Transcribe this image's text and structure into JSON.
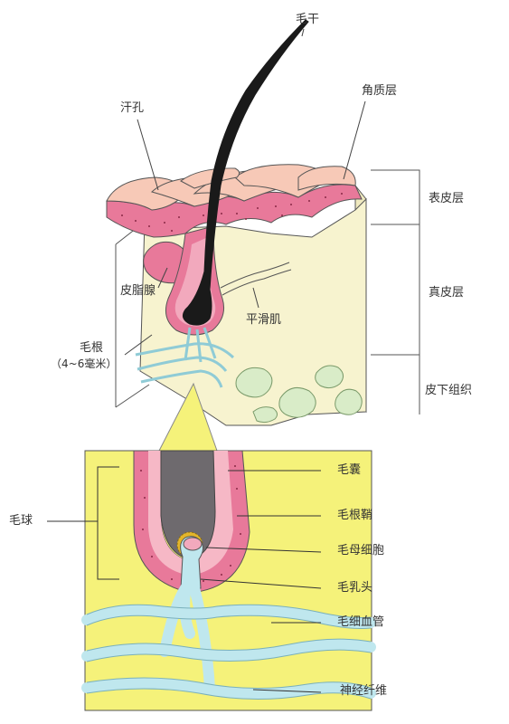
{
  "labels": {
    "hair_shaft": "毛干",
    "sweat_pore": "汗孔",
    "stratum_corneum": "角质层",
    "epidermis": "表皮层",
    "dermis": "真皮层",
    "subcutaneous": "皮下组织",
    "sebaceous_gland": "皮脂腺",
    "smooth_muscle": "平滑肌",
    "hair_root": "毛根",
    "hair_root_length": "（4~6毫米）",
    "hair_bulb": "毛球",
    "hair_follicle": "毛囊",
    "root_sheath": "毛根鞘",
    "matrix_cells": "毛母细胞",
    "dermal_papilla": "毛乳头",
    "capillaries": "毛细血管",
    "nerve_fibers": "神经纤维"
  },
  "colors": {
    "skin_top": "#f7c9b7",
    "epidermis_pink": "#e8799a",
    "dermis": "#f7f3cf",
    "fat": "#d9ecc8",
    "hair": "#1a1a1a",
    "vessel": "#bfe7ee",
    "inset_bg": "#f5f27a",
    "papilla_grey": "#6e6a6e",
    "matrix_gold": "#e3b52a"
  }
}
